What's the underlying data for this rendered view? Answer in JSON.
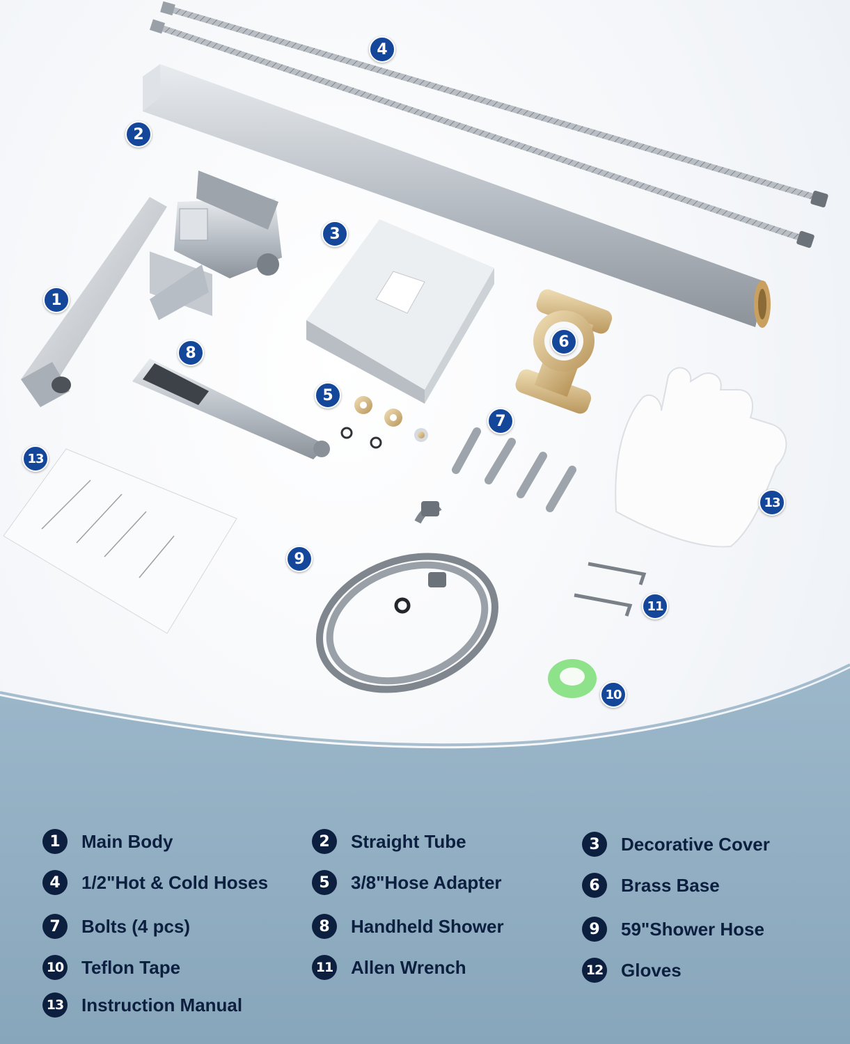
{
  "colors": {
    "badge": "#14479a",
    "legend_text": "#0c1f3f",
    "panel": "#8faec3"
  },
  "parts": [
    {
      "num": "1",
      "label": "Main Body"
    },
    {
      "num": "2",
      "label": "Straight Tube"
    },
    {
      "num": "3",
      "label": "Decorative Cover"
    },
    {
      "num": "4",
      "label": "1/2\"Hot & Cold Hoses"
    },
    {
      "num": "5",
      "label": "3/8\"Hose Adapter"
    },
    {
      "num": "6",
      "label": "Brass Base"
    },
    {
      "num": "7",
      "label": "Bolts (4 pcs)"
    },
    {
      "num": "8",
      "label": "Handheld Shower"
    },
    {
      "num": "9",
      "label": "59\"Shower Hose"
    },
    {
      "num": "10",
      "label": "Teflon Tape"
    },
    {
      "num": "11",
      "label": "Allen Wrench"
    },
    {
      "num": "12",
      "label": "Gloves"
    },
    {
      "num": "13",
      "label": "Instruction Manual"
    }
  ],
  "image_badges": [
    "4",
    "2",
    "3",
    "1",
    "8",
    "6",
    "5",
    "7",
    "13",
    "13",
    "9",
    "11",
    "10"
  ]
}
